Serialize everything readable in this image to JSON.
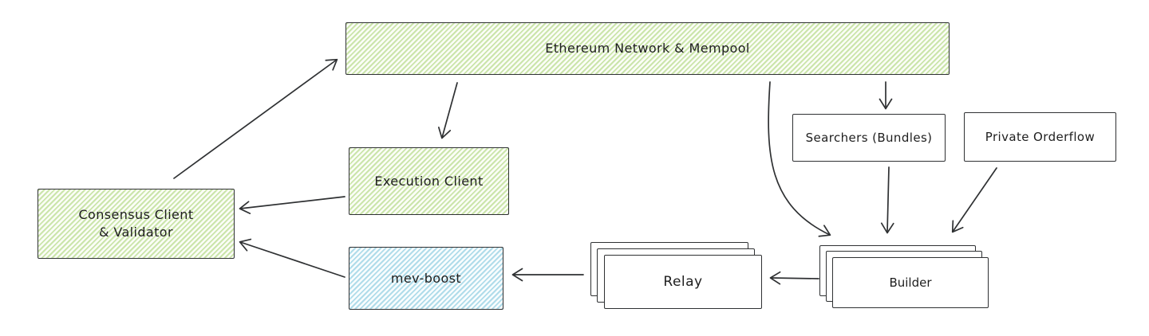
{
  "diagram": {
    "type": "architecture-flow",
    "theme": {
      "background": "#ffffff",
      "stroke": "#2f3133",
      "green_fill": "#cbe5ab",
      "blue_fill": "#b0dcea",
      "text_color": "#1e1e1e"
    },
    "nodes": {
      "ethereum_network": {
        "label": "Ethereum Network & Mempool",
        "fill": "green-hatch"
      },
      "consensus_validator": {
        "label_lines": [
          "Consensus Client",
          "& Validator"
        ],
        "fill": "green-hatch"
      },
      "execution_client": {
        "label": "Execution Client",
        "fill": "green-hatch"
      },
      "mev_boost": {
        "label": "mev-boost",
        "fill": "blue-hatch"
      },
      "relay": {
        "label": "Relay",
        "fill": "white",
        "stacked": true
      },
      "builder": {
        "label": "Builder",
        "fill": "white",
        "stacked": true
      },
      "searchers": {
        "label": "Searchers (Bundles)",
        "fill": "white"
      },
      "private_orderflow": {
        "label": "Private Orderflow",
        "fill": "white"
      }
    },
    "edges": [
      {
        "from": "consensus_validator",
        "to": "ethereum_network"
      },
      {
        "from": "ethereum_network",
        "to": "execution_client"
      },
      {
        "from": "execution_client",
        "to": "consensus_validator"
      },
      {
        "from": "mev_boost",
        "to": "consensus_validator"
      },
      {
        "from": "relay",
        "to": "mev_boost"
      },
      {
        "from": "builder",
        "to": "relay"
      },
      {
        "from": "ethereum_network",
        "to": "builder"
      },
      {
        "from": "ethereum_network",
        "to": "searchers"
      },
      {
        "from": "searchers",
        "to": "builder"
      },
      {
        "from": "private_orderflow",
        "to": "builder"
      }
    ]
  }
}
